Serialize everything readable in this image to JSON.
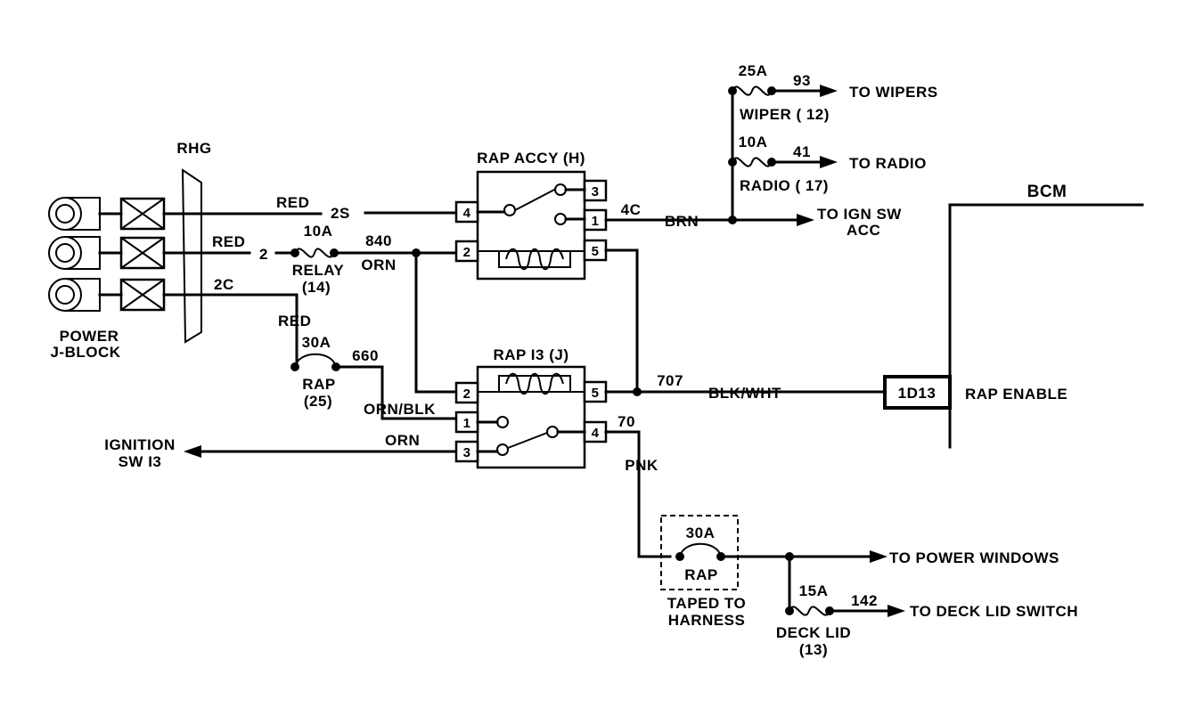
{
  "labels": {
    "rhg": "RHG",
    "power1": "POWER",
    "power2": "J-BLOCK",
    "red_top": "RED",
    "w_2s": "2S",
    "red_mid": "RED",
    "w_2": "2",
    "fuse_relay_amp": "10A",
    "fuse_relay_name": "RELAY",
    "fuse_relay_num": "(14)",
    "w_840": "840",
    "orn1": "ORN",
    "w_2c": "2C",
    "red_low": "RED",
    "fuse_rap_amp": "30A",
    "fuse_rap_name": "RAP",
    "fuse_rap_num": "(25)",
    "w_660": "660",
    "orn_blk": "ORN/BLK",
    "orn2": "ORN",
    "ign1": "IGNITION",
    "ign2": "SW I3",
    "rap_accy": "RAP ACCY (H)",
    "rap_i3": "RAP I3 (J)",
    "w_4c": "4C",
    "brn": "BRN",
    "ignacc1": "TO IGN SW",
    "ignacc2": "ACC",
    "fuse_wiper_amp": "25A",
    "w_93": "93",
    "to_wipers": "TO WIPERS",
    "fuse_wiper_name": "WIPER ( 12)",
    "fuse_radio_amp": "10A",
    "w_41": "41",
    "to_radio": "TO RADIO",
    "fuse_radio_name": "RADIO ( 17)",
    "bcm": "BCM",
    "w_707": "707",
    "blk_wht": "BLK/WHT",
    "conn_1d13": "1D13",
    "rap_enable": "RAP ENABLE",
    "w_70": "70",
    "pnk": "PNK",
    "fuse_rap2_amp": "30A",
    "fuse_rap2_name": "RAP",
    "taped1": "TAPED TO",
    "taped2": "HARNESS",
    "to_power_windows": "TO POWER WINDOWS",
    "fuse_deck_amp": "15A",
    "w_142": "142",
    "to_deck_lid": "TO DECK LID SWITCH",
    "fuse_deck_name": "DECK LID",
    "fuse_deck_num": "(13)",
    "pin_h4": "4",
    "pin_h2": "2",
    "pin_h3": "3",
    "pin_h1": "1",
    "pin_h5": "5",
    "pin_j2": "2",
    "pin_j1": "1",
    "pin_j3": "3",
    "pin_j5": "5",
    "pin_j4": "4"
  }
}
